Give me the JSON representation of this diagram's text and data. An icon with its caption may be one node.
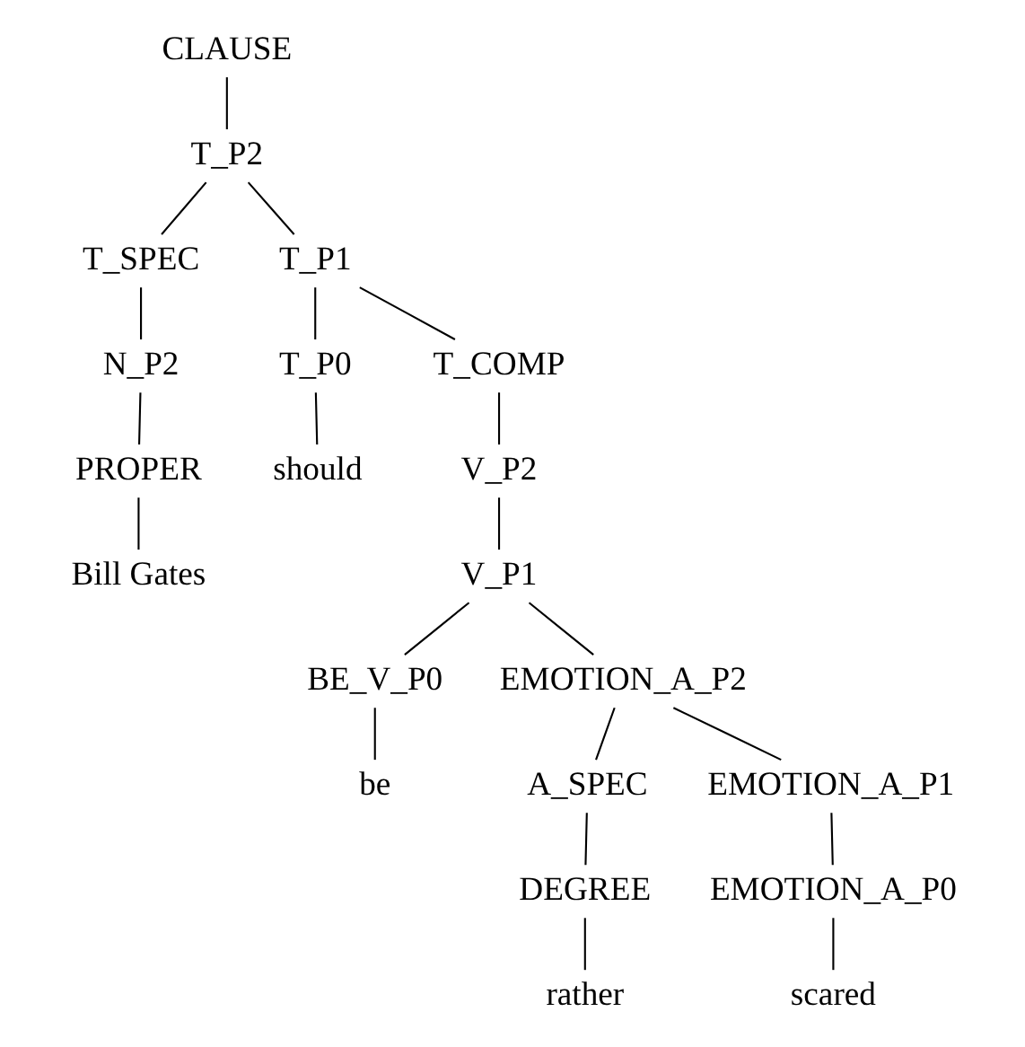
{
  "diagram": {
    "nodes": [
      {
        "text": [
          "CLAUSE"
        ]
      },
      {
        "text": [
          "T_P2"
        ]
      },
      {
        "text": [
          "T_SPEC"
        ]
      },
      {
        "text": [
          "T_P1"
        ]
      },
      {
        "text": [
          "N_P2"
        ]
      },
      {
        "text": [
          "T_P0"
        ]
      },
      {
        "text": [
          "T_COMP"
        ]
      },
      {
        "text": [
          "PROPER"
        ]
      },
      {
        "text": [
          "should"
        ]
      },
      {
        "text": [
          "V_P2"
        ]
      },
      {
        "text": [
          "Bill Gates"
        ]
      },
      {
        "text": [
          "V_P1"
        ]
      },
      {
        "text": [
          "BE_V_P0"
        ]
      },
      {
        "text": [
          "EMOTION_A_P2"
        ]
      },
      {
        "text": [
          "be"
        ]
      },
      {
        "text": [
          "A_SPEC"
        ]
      },
      {
        "text": [
          "EMOTION_A_P1"
        ]
      },
      {
        "text": [
          "DEGREE"
        ]
      },
      {
        "text": [
          "EMOTION_A_P0"
        ]
      },
      {
        "text": [
          "rather"
        ]
      },
      {
        "text": [
          "scared"
        ]
      }
    ],
    "edges": [
      {
        "from": 0,
        "to": 1,
        "arrow": "none"
      },
      {
        "from": 1,
        "to": 2,
        "arrow": "none"
      },
      {
        "from": 1,
        "to": 3,
        "arrow": "none"
      },
      {
        "from": 2,
        "to": 4,
        "arrow": "none"
      },
      {
        "from": 3,
        "to": 5,
        "arrow": "none"
      },
      {
        "from": 3,
        "to": 6,
        "arrow": "none"
      },
      {
        "from": 4,
        "to": 7,
        "arrow": "none"
      },
      {
        "from": 5,
        "to": 8,
        "arrow": "none"
      },
      {
        "from": 6,
        "to": 9,
        "arrow": "none"
      },
      {
        "from": 7,
        "to": 10,
        "arrow": "none"
      },
      {
        "from": 9,
        "to": 11,
        "arrow": "none"
      },
      {
        "from": 11,
        "to": 12,
        "arrow": "none"
      },
      {
        "from": 11,
        "to": 13,
        "arrow": "none"
      },
      {
        "from": 12,
        "to": 14,
        "arrow": "none"
      },
      {
        "from": 13,
        "to": 15,
        "arrow": "none"
      },
      {
        "from": 13,
        "to": 16,
        "arrow": "none"
      },
      {
        "from": 15,
        "to": 17,
        "arrow": "none"
      },
      {
        "from": 16,
        "to": 18,
        "arrow": "none"
      },
      {
        "from": 17,
        "to": 19,
        "arrow": "none"
      },
      {
        "from": 18,
        "to": 20,
        "arrow": "none"
      }
    ]
  }
}
